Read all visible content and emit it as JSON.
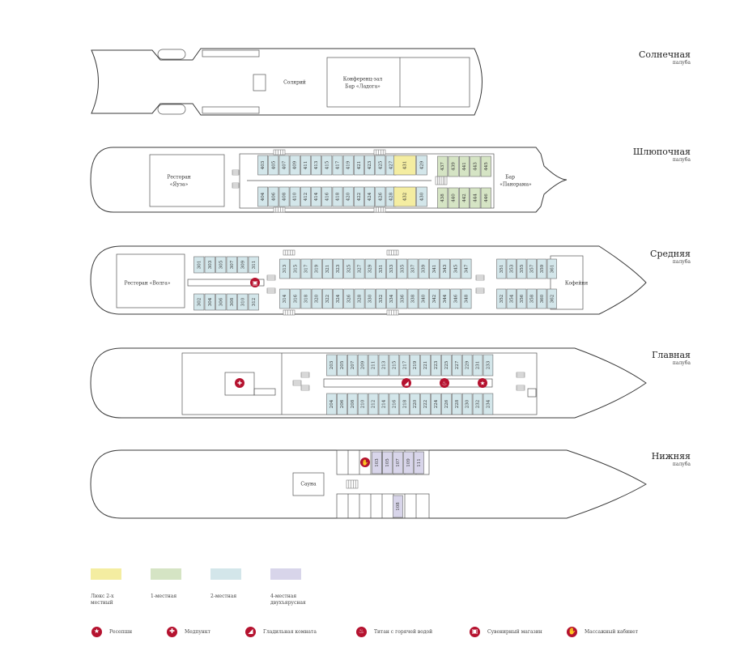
{
  "colors": {
    "hull_stroke": "#3a3a3a",
    "lux": "#f4eda1",
    "single": "#d5e4c4",
    "double": "#d3e6ea",
    "quad": "#d8d5ea",
    "amenity": "#b5122f",
    "stairs": "#7a7a7a"
  },
  "decks": [
    {
      "key": "sun",
      "name": "Солнечная",
      "sub": "палуба"
    },
    {
      "key": "boat",
      "name": "Шлюпочная",
      "sub": "палуба"
    },
    {
      "key": "middle",
      "name": "Средняя",
      "sub": "палуба"
    },
    {
      "key": "main",
      "name": "Главная",
      "sub": "палуба"
    },
    {
      "key": "lower",
      "name": "Нижняя",
      "sub": "палуба"
    }
  ],
  "rooms": {
    "solarium": "Солярий",
    "conference_1": "Конференц-зал",
    "conference_2": "Бар «Ладога»",
    "restaurant_yauza_1": "Ресторан",
    "restaurant_yauza_2": "«Яуза»",
    "bar_panorama_1": "Бар",
    "bar_panorama_2": "«Панорама»",
    "restaurant_volga": "Ресторан «Волга»",
    "cafe": "Кофейня",
    "sauna": "Сауна"
  },
  "cabins": {
    "boat_top_left": [
      "403",
      "405",
      "407",
      "409",
      "411",
      "413",
      "415",
      "417",
      "419",
      "421",
      "423",
      "425",
      "427"
    ],
    "boat_top_lux": [
      "431"
    ],
    "boat_top_mid": [
      "429"
    ],
    "boat_top_right": [
      "437",
      "439",
      "441",
      "443",
      "445"
    ],
    "boat_bottom_left": [
      "404",
      "406",
      "408",
      "410",
      "412",
      "414",
      "416",
      "418",
      "420",
      "422",
      "424",
      "426",
      "428"
    ],
    "boat_bottom_lux": [
      "432"
    ],
    "boat_bottom_mid": [
      "430"
    ],
    "boat_bottom_right": [
      "438",
      "440",
      "442",
      "444",
      "446"
    ],
    "mid_fwd_top": [
      "301",
      "303",
      "305",
      "307",
      "309",
      "311"
    ],
    "mid_fwd_bottom": [
      "302",
      "304",
      "306",
      "308",
      "310",
      "312"
    ],
    "mid_main_top": [
      "313",
      "315",
      "317",
      "319",
      "321",
      "323",
      "325",
      "327",
      "329",
      "331",
      "333",
      "335",
      "337",
      "339",
      "341",
      "343",
      "345",
      "347"
    ],
    "mid_main_bottom": [
      "314",
      "316",
      "318",
      "320",
      "322",
      "324",
      "326",
      "328",
      "330",
      "332",
      "334",
      "336",
      "338",
      "340",
      "342",
      "344",
      "346",
      "348"
    ],
    "mid_aft_top": [
      "351",
      "353",
      "355",
      "357",
      "359",
      "361"
    ],
    "mid_aft_bottom": [
      "352",
      "354",
      "356",
      "358",
      "360",
      "362"
    ],
    "main_top": [
      "203",
      "205",
      "207",
      "209",
      "211",
      "213",
      "215",
      "217",
      "219",
      "221",
      "223",
      "225",
      "227",
      "229",
      "231",
      "233"
    ],
    "main_bottom": [
      "204",
      "206",
      "208",
      "210",
      "212",
      "214",
      "216",
      "218",
      "220",
      "222",
      "224",
      "226",
      "228",
      "230",
      "232",
      "234"
    ],
    "lower_top": [
      "103",
      "105",
      "107",
      "109",
      "111"
    ],
    "lower_bottom": [
      "108"
    ]
  },
  "legend": [
    {
      "key": "lux",
      "text": "Люкс 2-х местный"
    },
    {
      "key": "single",
      "text": "1-местная"
    },
    {
      "key": "double",
      "text": "2-местная"
    },
    {
      "key": "quad",
      "text": "4-местная двухъярусная"
    }
  ],
  "amenities": [
    {
      "key": "reception",
      "icon": "star-icon",
      "glyph": "★",
      "text": "Ресепшн"
    },
    {
      "key": "medical",
      "icon": "medical-cross-icon",
      "glyph": "✚",
      "text": "Медпункт"
    },
    {
      "key": "ironing",
      "icon": "iron-icon",
      "glyph": "◢",
      "text": "Гладильная комната"
    },
    {
      "key": "hot_water",
      "icon": "kettle-icon",
      "glyph": "♨",
      "text": "Титан с горячей водой"
    },
    {
      "key": "souvenir",
      "icon": "gift-icon",
      "glyph": "▣",
      "text": "Сувенирный магазин"
    },
    {
      "key": "massage",
      "icon": "hand-icon",
      "glyph": "✋",
      "text": "Массажный кабинет"
    }
  ]
}
